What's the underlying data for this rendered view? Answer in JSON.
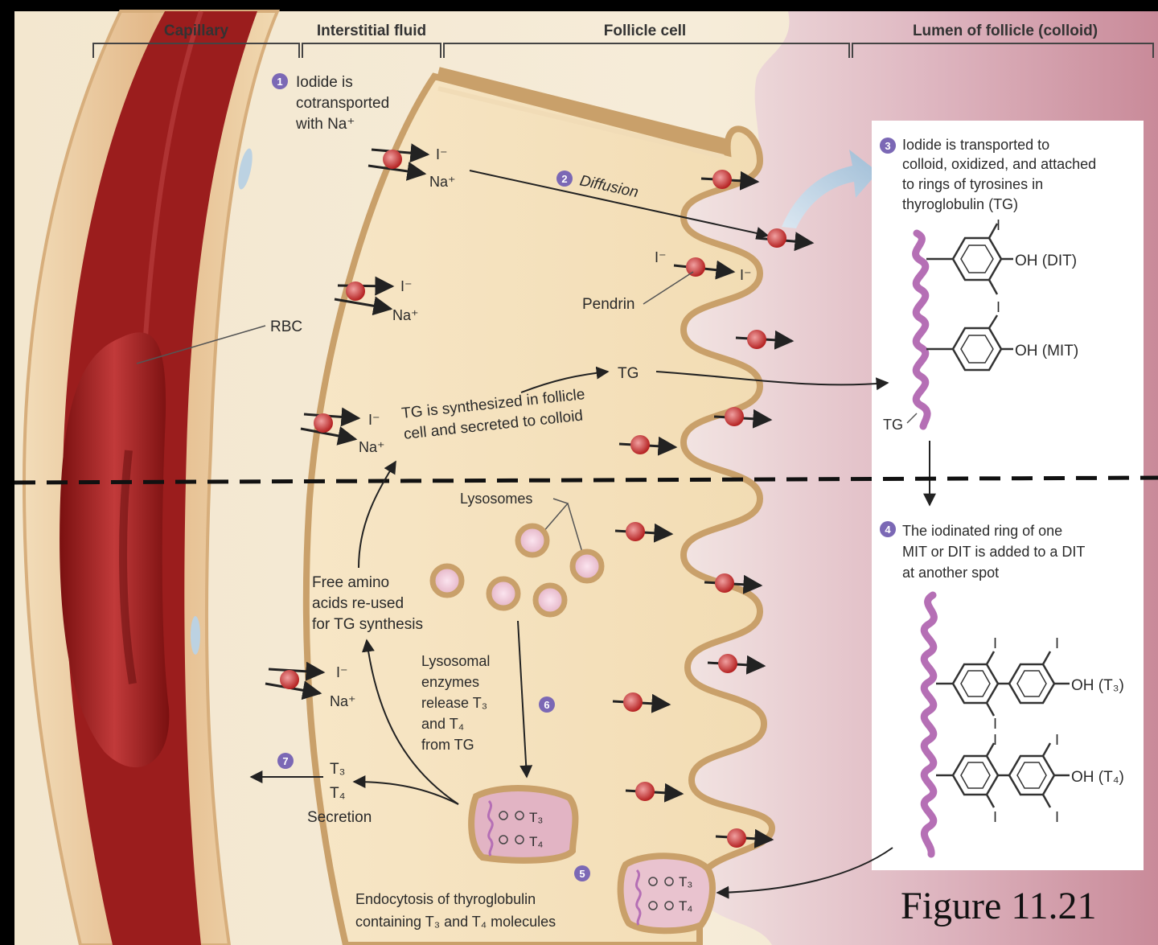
{
  "headers": {
    "capillary": "Capillary",
    "interstitial": "Interstitial fluid",
    "follicle_cell": "Follicle cell",
    "lumen": "Lumen of follicle (colloid)"
  },
  "steps": {
    "s1": {
      "num": "1",
      "lines": [
        "Iodide is",
        "cotransported",
        "with Na⁺"
      ]
    },
    "s2": {
      "num": "2",
      "text": "Diffusion"
    },
    "s3": {
      "num": "3",
      "lines": [
        "Iodide is transported to",
        "colloid, oxidized, and attached",
        "to rings of tyrosines in",
        "thyroglobulin (TG)"
      ]
    },
    "s4": {
      "num": "4",
      "lines": [
        "The iodinated ring of one",
        "MIT or DIT is added to a DIT",
        "at another spot"
      ]
    },
    "s5": {
      "num": "5",
      "lines": [
        "Endocytosis of thyroglobulin",
        "containing T₃ and T₄ molecules"
      ]
    },
    "s6": {
      "num": "6",
      "lines": [
        "Lysosomal",
        "enzymes",
        "release T₃",
        "and T₄",
        "from TG"
      ]
    },
    "s7": {
      "num": "7",
      "lines": [
        "T₃",
        "T₄",
        "Secretion"
      ]
    }
  },
  "labels": {
    "iodide": "I⁻",
    "sodium": "Na⁺",
    "pendrin": "Pendrin",
    "rbc": "RBC",
    "tg": "TG",
    "tg_synth": [
      "TG is synthesized in follicle",
      "cell and secreted to colloid"
    ],
    "lysosomes": "Lysosomes",
    "free_amino": [
      "Free amino",
      "acids re-used",
      "for TG synthesis"
    ],
    "dit": "OH (DIT)",
    "mit": "OH (MIT)",
    "t3": "OH (T₃)",
    "t4": "OH (T₄)",
    "i": "I",
    "vesicle_t3": "T₃",
    "vesicle_t4": "T₄",
    "figure": "Figure 11.21"
  },
  "colors": {
    "step_badge": "#7b68b5",
    "transporter": "#c9302c",
    "membrane": "#c9a06a",
    "rbc": "#a31f1f",
    "tg_chain": "#b56fb5",
    "colloid": "#e6cbd3"
  }
}
